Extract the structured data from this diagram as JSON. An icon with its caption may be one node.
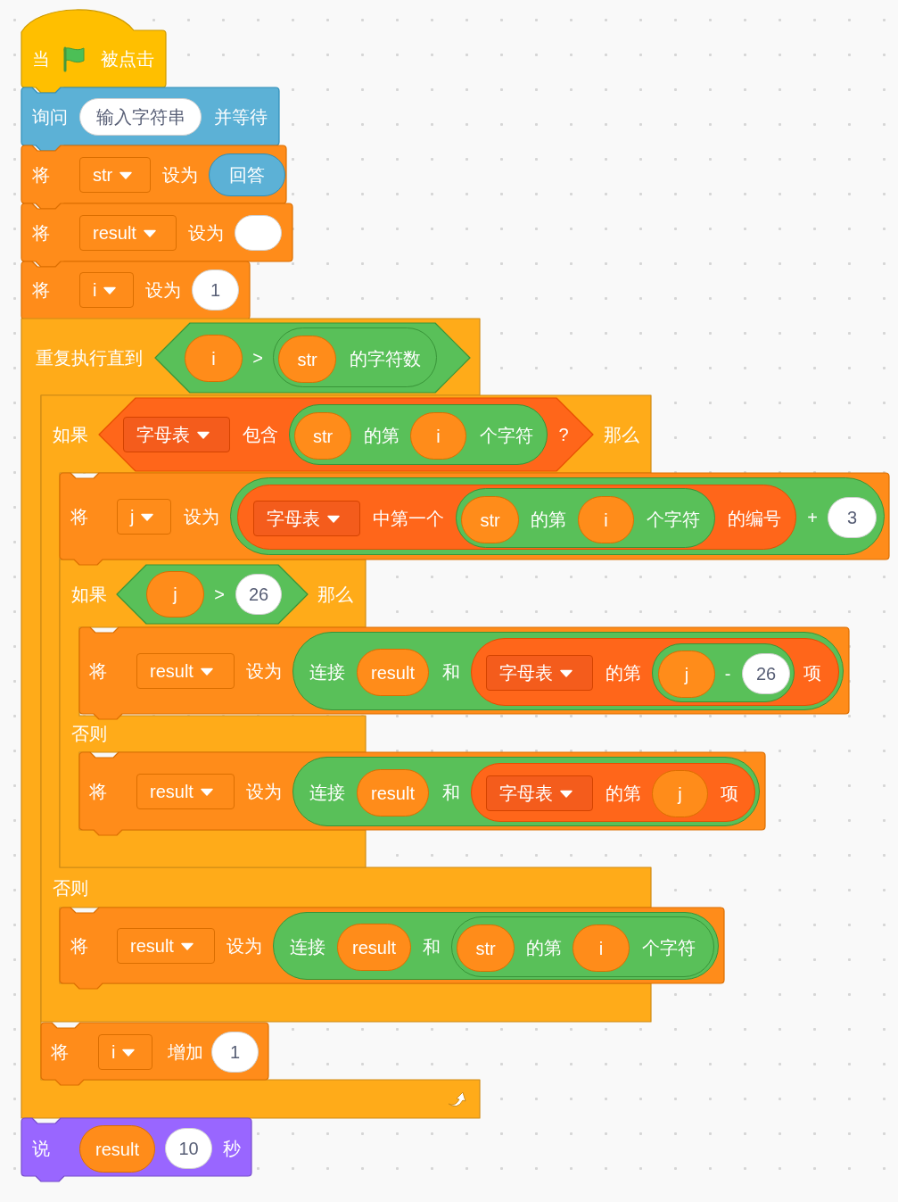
{
  "diagram": {
    "nodes": [
      {
        "text": [
          "当",
          "被点击"
        ]
      },
      {
        "text": [
          "询问",
          "并等待"
        ]
      },
      {
        "text": [
          "输入字符串"
        ],
        "in": 1
      },
      {
        "text": [
          "将",
          "设为"
        ]
      },
      {
        "text": [
          "str"
        ],
        "in": 3
      },
      {
        "text": [
          "回答"
        ],
        "in": 3
      },
      {
        "text": [
          "将",
          "设为"
        ]
      },
      {
        "text": [
          "result"
        ],
        "in": 6
      },
      {
        "text": [],
        "shape": "oval",
        "in": 6
      },
      {
        "text": [
          "将",
          "设为"
        ]
      },
      {
        "text": [
          "i"
        ],
        "in": 9
      },
      {
        "text": [
          "1"
        ],
        "in": 9
      },
      {
        "text": [
          "重复执行直到"
        ]
      },
      {
        "text": [
          ">"
        ],
        "in": 12
      },
      {
        "text": [
          "i"
        ],
        "in": 13
      },
      {
        "text": [
          "的字符数"
        ],
        "in": 13
      },
      {
        "text": [
          "str"
        ],
        "in": 15
      },
      {
        "text": [
          "如果",
          "那么",
          "否则"
        ]
      },
      {
        "text": [
          "包含",
          "?"
        ],
        "in": 17
      },
      {
        "text": [
          "字母表"
        ],
        "in": 18
      },
      {
        "text": [
          "的第",
          "个字符"
        ],
        "in": 18
      },
      {
        "text": [
          "str"
        ],
        "in": 20
      },
      {
        "text": [
          "i"
        ],
        "in": 20
      },
      {
        "text": [
          "将",
          "设为"
        ]
      },
      {
        "text": [
          "j"
        ],
        "in": 23
      },
      {
        "text": [
          "+"
        ],
        "in": 23
      },
      {
        "text": [
          "中第一个",
          "的编号"
        ],
        "in": 25
      },
      {
        "text": [
          "字母表"
        ],
        "in": 26
      },
      {
        "text": [
          "的第",
          "个字符"
        ],
        "in": 26
      },
      {
        "text": [
          "str"
        ],
        "in": 28
      },
      {
        "text": [
          "i"
        ],
        "in": 28
      },
      {
        "text": [
          "3"
        ],
        "in": 25
      },
      {
        "text": [
          "如果",
          "那么",
          "否则"
        ],
        "in": 17
      },
      {
        "text": [
          ">"
        ],
        "in": 32
      },
      {
        "text": [
          "j"
        ],
        "in": 33
      },
      {
        "text": [
          "26"
        ],
        "in": 33
      },
      {
        "text": [
          "将",
          "设为"
        ]
      },
      {
        "text": [
          "result"
        ],
        "in": 36
      },
      {
        "text": [
          "连接",
          "和"
        ],
        "in": 36
      },
      {
        "text": [
          "result"
        ],
        "in": 38
      },
      {
        "text": [
          "的第",
          "项"
        ],
        "in": 38
      },
      {
        "text": [
          "字母表"
        ],
        "in": 40
      },
      {
        "text": [
          "-"
        ],
        "in": 40
      },
      {
        "text": [
          "j"
        ],
        "in": 42
      },
      {
        "text": [
          "26"
        ],
        "in": 42
      },
      {
        "text": [
          "将",
          "设为"
        ]
      },
      {
        "text": [
          "result"
        ],
        "in": 45
      },
      {
        "text": [
          "连接",
          "和"
        ],
        "in": 45
      },
      {
        "text": [
          "result"
        ],
        "in": 47
      },
      {
        "text": [
          "的第",
          "项"
        ],
        "in": 47
      },
      {
        "text": [
          "字母表"
        ],
        "in": 49
      },
      {
        "text": [
          "j"
        ],
        "in": 49
      },
      {
        "text": [
          "将",
          "设为"
        ]
      },
      {
        "text": [
          "result"
        ],
        "in": 52
      },
      {
        "text": [
          "连接",
          "和"
        ],
        "in": 52
      },
      {
        "text": [
          "result"
        ],
        "in": 54
      },
      {
        "text": [
          "的第",
          "个字符"
        ],
        "in": 54
      },
      {
        "text": [
          "str"
        ],
        "in": 56
      },
      {
        "text": [
          "i"
        ],
        "in": 56
      },
      {
        "text": [
          "将",
          "增加"
        ],
        "in": 12
      },
      {
        "text": [
          "i"
        ],
        "in": 59
      },
      {
        "text": [
          "1"
        ],
        "in": 59
      },
      {
        "text": [
          "说",
          "秒"
        ]
      },
      {
        "text": [
          "result"
        ],
        "in": 62
      },
      {
        "text": [
          "10"
        ],
        "in": 62
      }
    ]
  }
}
